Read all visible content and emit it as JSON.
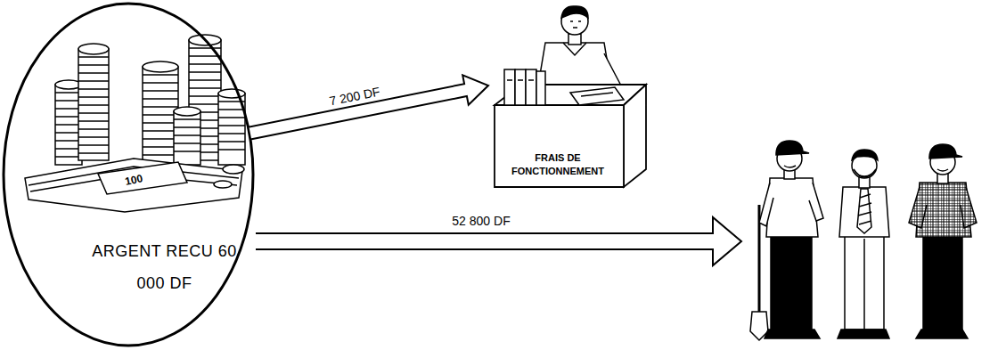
{
  "diagram": {
    "nodes": [
      {
        "text": [
          "ARGENT RECU 60 000 DF"
        ]
      },
      {
        "text": [
          "FRAIS DE FONCTIONNEMENT"
        ]
      }
    ],
    "edges": [
      {
        "from": 0,
        "to": 1,
        "arrow": "to",
        "label": "7 200 DF"
      }
    ],
    "labels": [
      "52 800 DF",
      "100"
    ]
  }
}
